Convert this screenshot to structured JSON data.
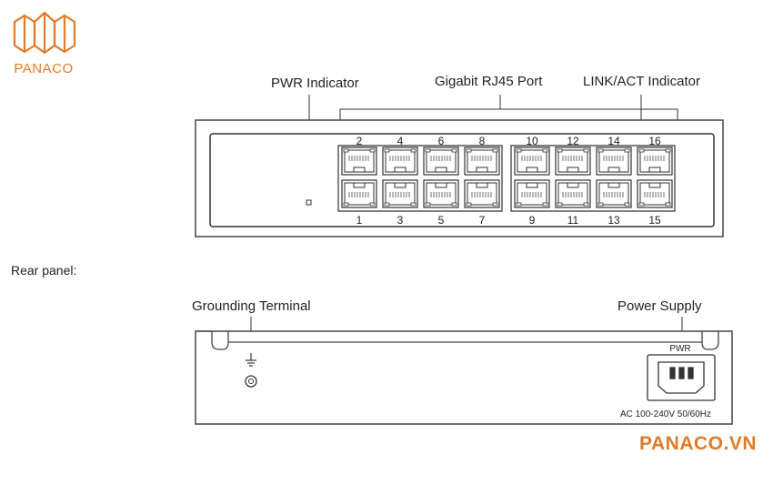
{
  "logo": {
    "text": "PANACO",
    "color": "#e07b2a"
  },
  "front_panel": {
    "labels": {
      "pwr_indicator": "PWR Indicator",
      "rj45_port": "Gigabit RJ45 Port",
      "link_act": "LINK/ACT Indicator"
    },
    "top_port_numbers": [
      "2",
      "4",
      "6",
      "8",
      "10",
      "12",
      "14",
      "16"
    ],
    "bottom_port_numbers": [
      "1",
      "3",
      "5",
      "7",
      "9",
      "11",
      "13",
      "15"
    ]
  },
  "rear_panel": {
    "section_title": "Rear panel:",
    "labels": {
      "grounding": "Grounding Terminal",
      "power_supply": "Power Supply",
      "pwr": "PWR",
      "ac_rating": "AC 100-240V 50/60Hz"
    }
  },
  "watermark": {
    "text": "PANACO.VN",
    "color": "#e07b2a"
  }
}
